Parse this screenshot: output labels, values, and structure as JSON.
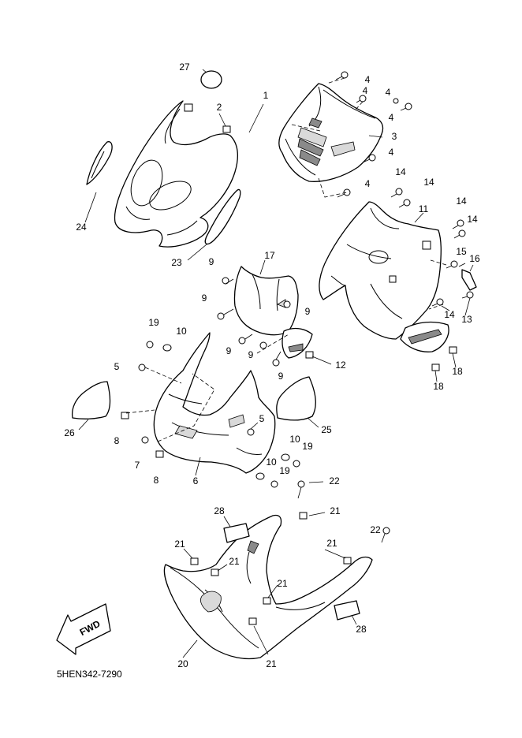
{
  "diagram": {
    "callouts": [
      "27",
      "2",
      "1",
      "24",
      "23",
      "4",
      "4",
      "4",
      "4",
      "3",
      "4",
      "4",
      "14",
      "14",
      "11",
      "14",
      "14",
      "15",
      "16",
      "13",
      "14",
      "18",
      "18",
      "17",
      "9",
      "9",
      "9",
      "9",
      "9",
      "9",
      "12",
      "19",
      "10",
      "5",
      "26",
      "8",
      "7",
      "8",
      "6",
      "5",
      "25",
      "10",
      "19",
      "10",
      "19",
      "22",
      "21",
      "28",
      "21",
      "21",
      "22",
      "21",
      "21",
      "28",
      "21",
      "20"
    ],
    "fwd_label": "FWD",
    "drawing_code": "5HEN342-7290"
  }
}
